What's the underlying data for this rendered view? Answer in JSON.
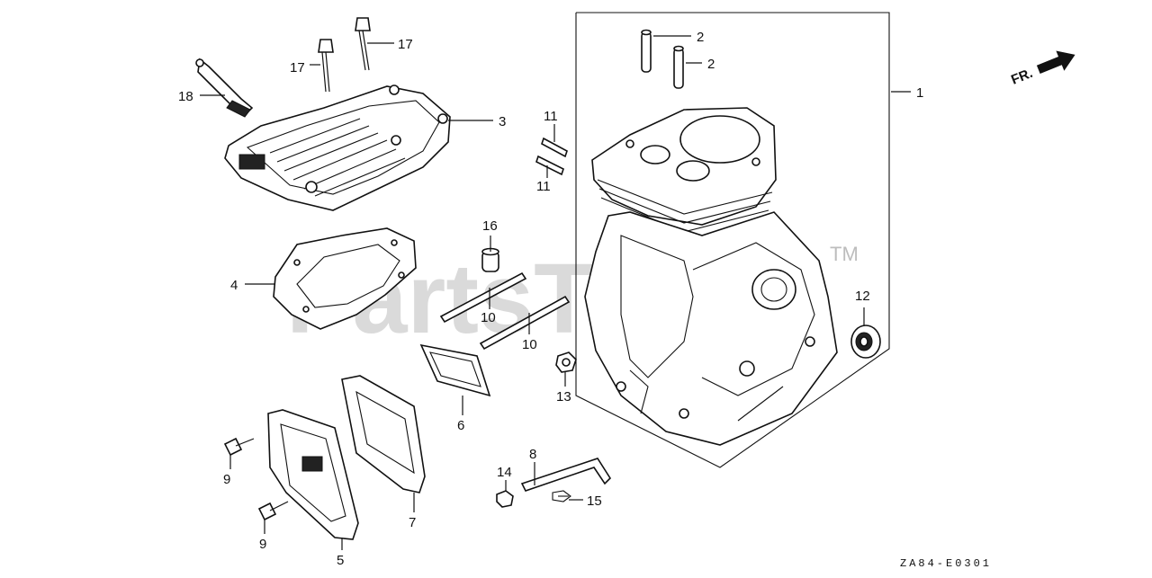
{
  "watermark": {
    "text": "PartsTree",
    "tm": "TM"
  },
  "diagram_code": "ZA84-E0301",
  "direction_label": "FR.",
  "callouts": {
    "c1": "1",
    "c2a": "2",
    "c2b": "2",
    "c3": "3",
    "c4": "4",
    "c5": "5",
    "c6": "6",
    "c7": "7",
    "c8": "8",
    "c9a": "9",
    "c9b": "9",
    "c10a": "10",
    "c10b": "10",
    "c11a": "11",
    "c11b": "11",
    "c12": "12",
    "c13": "13",
    "c14": "14",
    "c15": "15",
    "c16": "16",
    "c17a": "17",
    "c17b": "17",
    "c18": "18"
  }
}
